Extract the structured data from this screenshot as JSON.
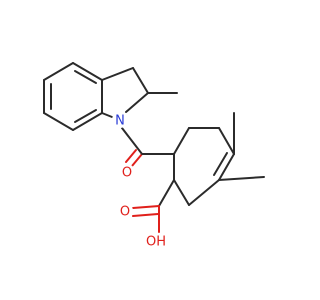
{
  "molecule": {
    "atoms": {
      "N": {
        "label": "N",
        "color": "#2a3cd6"
      },
      "O_carbonyl": {
        "label": "O",
        "color": "#e0201b"
      },
      "O_acid": {
        "label": "O",
        "color": "#e0201b"
      },
      "OH": {
        "label": "OH",
        "color": "#e0201b"
      }
    },
    "bond_color": "#2b2b2b"
  }
}
